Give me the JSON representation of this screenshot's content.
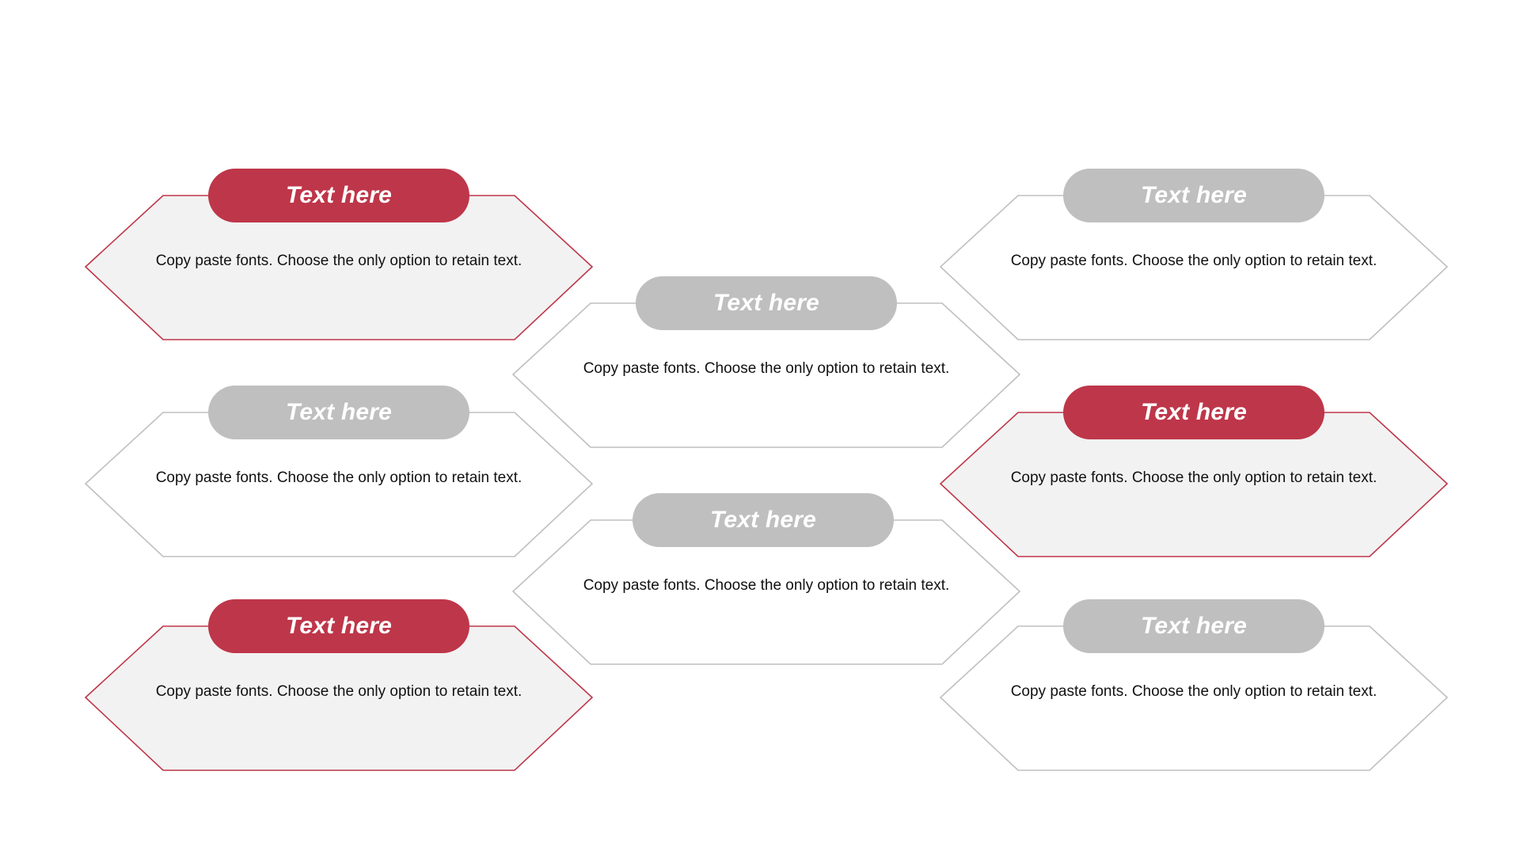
{
  "colors": {
    "accent": "#BE3649",
    "neutral": "#BFBFBF",
    "accent_fill": "#F2F2F2",
    "neutral_fill": "#FFFFFF"
  },
  "blocks": [
    {
      "title": "Text here",
      "text": "Copy paste fonts. Choose the only option to retain text.",
      "style": "accent"
    },
    {
      "title": "Text here",
      "text": "Copy paste fonts. Choose the only option to retain text.",
      "style": "neutral"
    },
    {
      "title": "Text here",
      "text": "Copy paste fonts. Choose the only option to retain text.",
      "style": "accent"
    },
    {
      "title": "Text here",
      "text": "Copy paste fonts. Choose the only option to retain text.",
      "style": "neutral"
    },
    {
      "title": "Text here",
      "text": "Copy paste fonts. Choose the only option to retain text.",
      "style": "neutral"
    },
    {
      "title": "Text here",
      "text": "Copy paste fonts. Choose the only option to retain text.",
      "style": "neutral"
    },
    {
      "title": "Text here",
      "text": "Copy paste fonts. Choose the only option to retain text.",
      "style": "accent"
    },
    {
      "title": "Text here",
      "text": "Copy paste fonts. Choose the only option to retain text.",
      "style": "neutral"
    }
  ]
}
